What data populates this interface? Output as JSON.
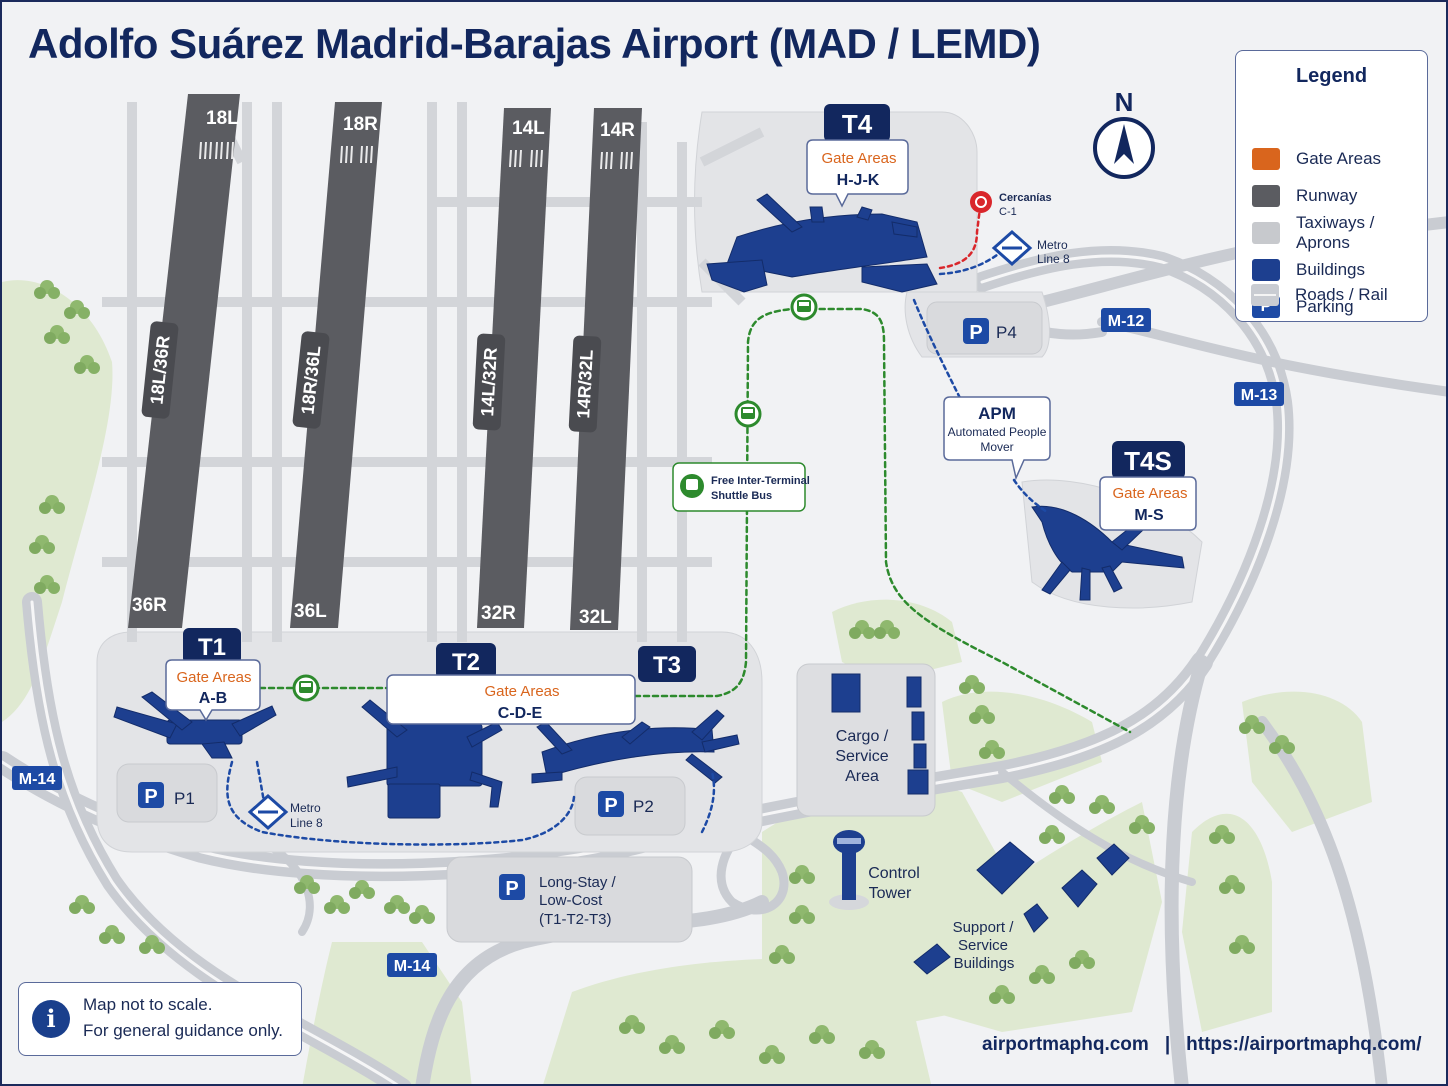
{
  "title": "Adolfo Suárez Madrid-Barajas Airport (MAD / LEMD)",
  "north": "N",
  "colors": {
    "gate": "#d9651d",
    "runway": "#5b5c61",
    "taxiway": "#c7c9cd",
    "building": "#1d3f8f",
    "parking": "#1d4aa5",
    "navy": "#12275e",
    "green": "#2d8a2d",
    "red": "#d9262b",
    "vegetation": "#dde8cf",
    "tree": "#8fb86e"
  },
  "legend": {
    "title": "Legend",
    "items": [
      {
        "label": "Gate Areas",
        "swatch": "gate"
      },
      {
        "label": "Runway",
        "swatch": "runway"
      },
      {
        "label": "Taxiways / Aprons",
        "swatch": "taxiway"
      },
      {
        "label": "Buildings",
        "swatch": "building"
      },
      {
        "label": "Parking",
        "swatch": "parking",
        "glyph": "P"
      },
      {
        "label": "Roads / Rail",
        "swatch": "road"
      }
    ]
  },
  "runways": [
    {
      "name": "18L/36R",
      "top": "18L",
      "bottom": "36R"
    },
    {
      "name": "18R/36L",
      "top": "18R",
      "bottom": "36L"
    },
    {
      "name": "14L/32R",
      "top": "14L",
      "bottom": "32R"
    },
    {
      "name": "14R/32L",
      "top": "14R",
      "bottom": "32L"
    }
  ],
  "terminals": {
    "t1": {
      "name": "T1",
      "gate_label": "Gate Areas",
      "gates": "A-B"
    },
    "t2": {
      "name": "T2",
      "gate_label": "Gate Areas",
      "gates": "C-D-E"
    },
    "t3": {
      "name": "T3"
    },
    "t4": {
      "name": "T4",
      "gate_label": "Gate Areas",
      "gates": "H-J-K"
    },
    "t4s": {
      "name": "T4S",
      "gate_label": "Gate Areas",
      "gates": "M-S"
    }
  },
  "parking": {
    "glyph": "P",
    "p1": "P1",
    "p2": "P2",
    "p4": "P4",
    "long_stay": [
      "Long-Stay /",
      "Low-Cost",
      "(T1-T2-T3)"
    ]
  },
  "transit": {
    "metro_t4": [
      "Metro",
      "Line 8"
    ],
    "metro_t1": [
      "Metro",
      "Line 8"
    ],
    "cercanias": [
      "Cercanías",
      "C-1"
    ],
    "apm_title": "APM",
    "apm_sub": [
      "Automated People",
      "Mover"
    ],
    "shuttle": [
      "Free Inter-Terminal",
      "Shuttle Bus"
    ]
  },
  "roads": {
    "m12": "M-12",
    "m13": "M-13",
    "m14_left": "M-14",
    "m14_bottom": "M-14"
  },
  "areas": {
    "cargo": [
      "Cargo /",
      "Service",
      "Area"
    ],
    "tower": [
      "Control",
      "Tower"
    ],
    "support": [
      "Support /",
      "Service",
      "Buildings"
    ]
  },
  "note": {
    "icon": "i",
    "line1": "Map not to scale.",
    "line2": "For general guidance only."
  },
  "footer": {
    "site": "airportmaphq.com",
    "separator": "|",
    "url": "https://airportmaphq.com/"
  }
}
